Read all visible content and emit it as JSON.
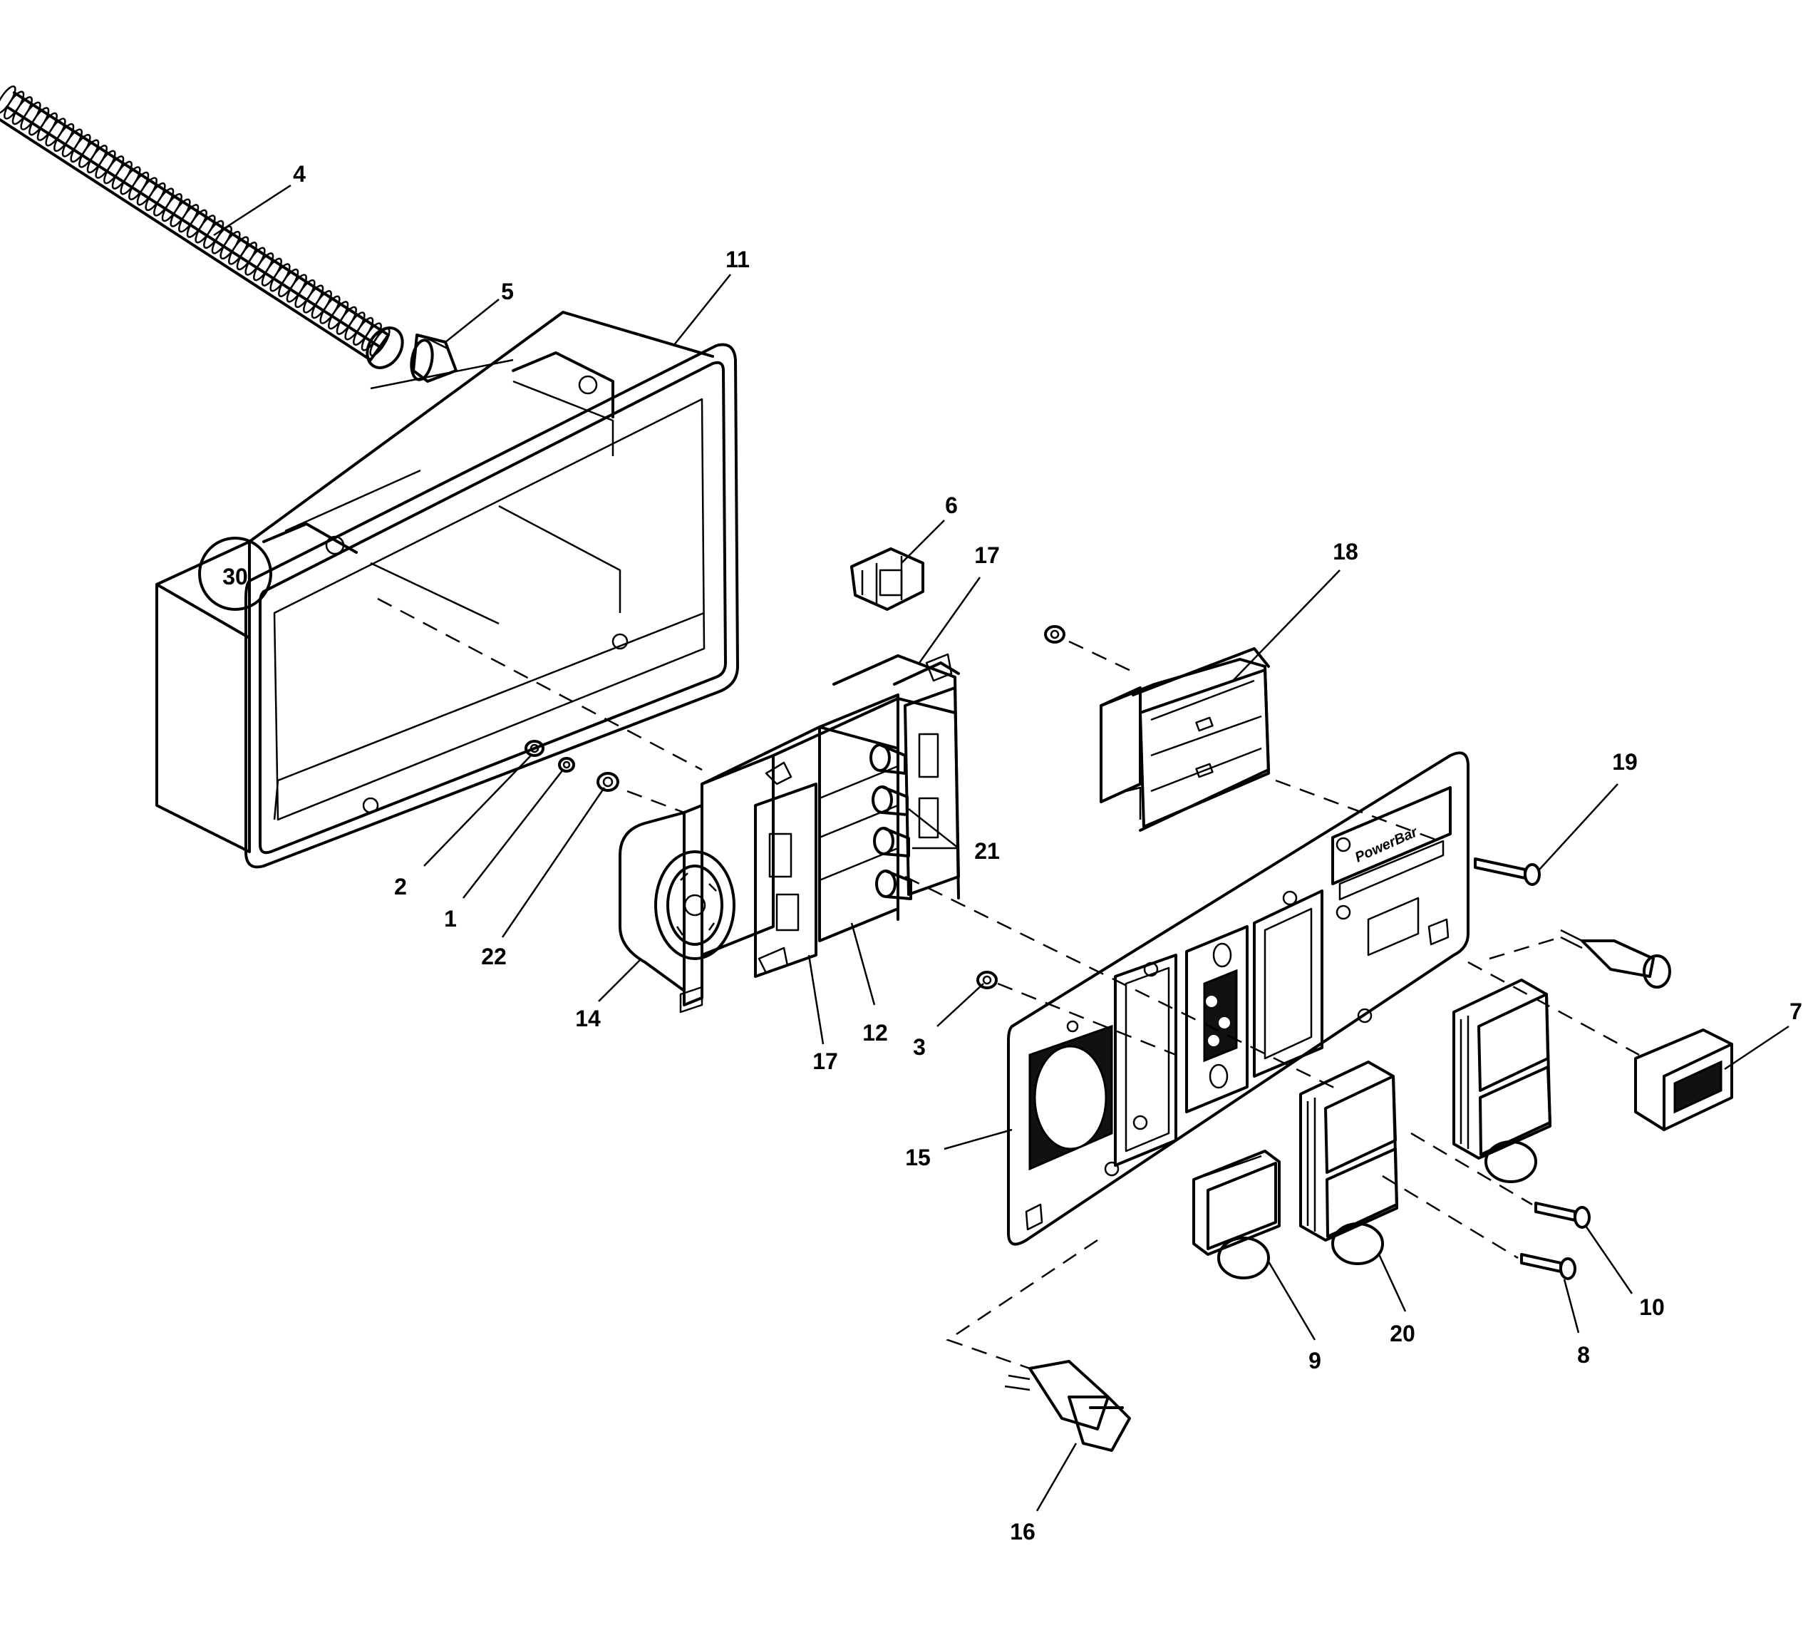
{
  "diagram": {
    "box_number": "30",
    "brand_text": "PowerBar",
    "callouts": [
      "4",
      "5",
      "11",
      "6",
      "17",
      "18",
      "19",
      "2",
      "1",
      "22",
      "21",
      "14",
      "17",
      "12",
      "3",
      "7",
      "15",
      "10",
      "9",
      "20",
      "8",
      "16"
    ]
  }
}
